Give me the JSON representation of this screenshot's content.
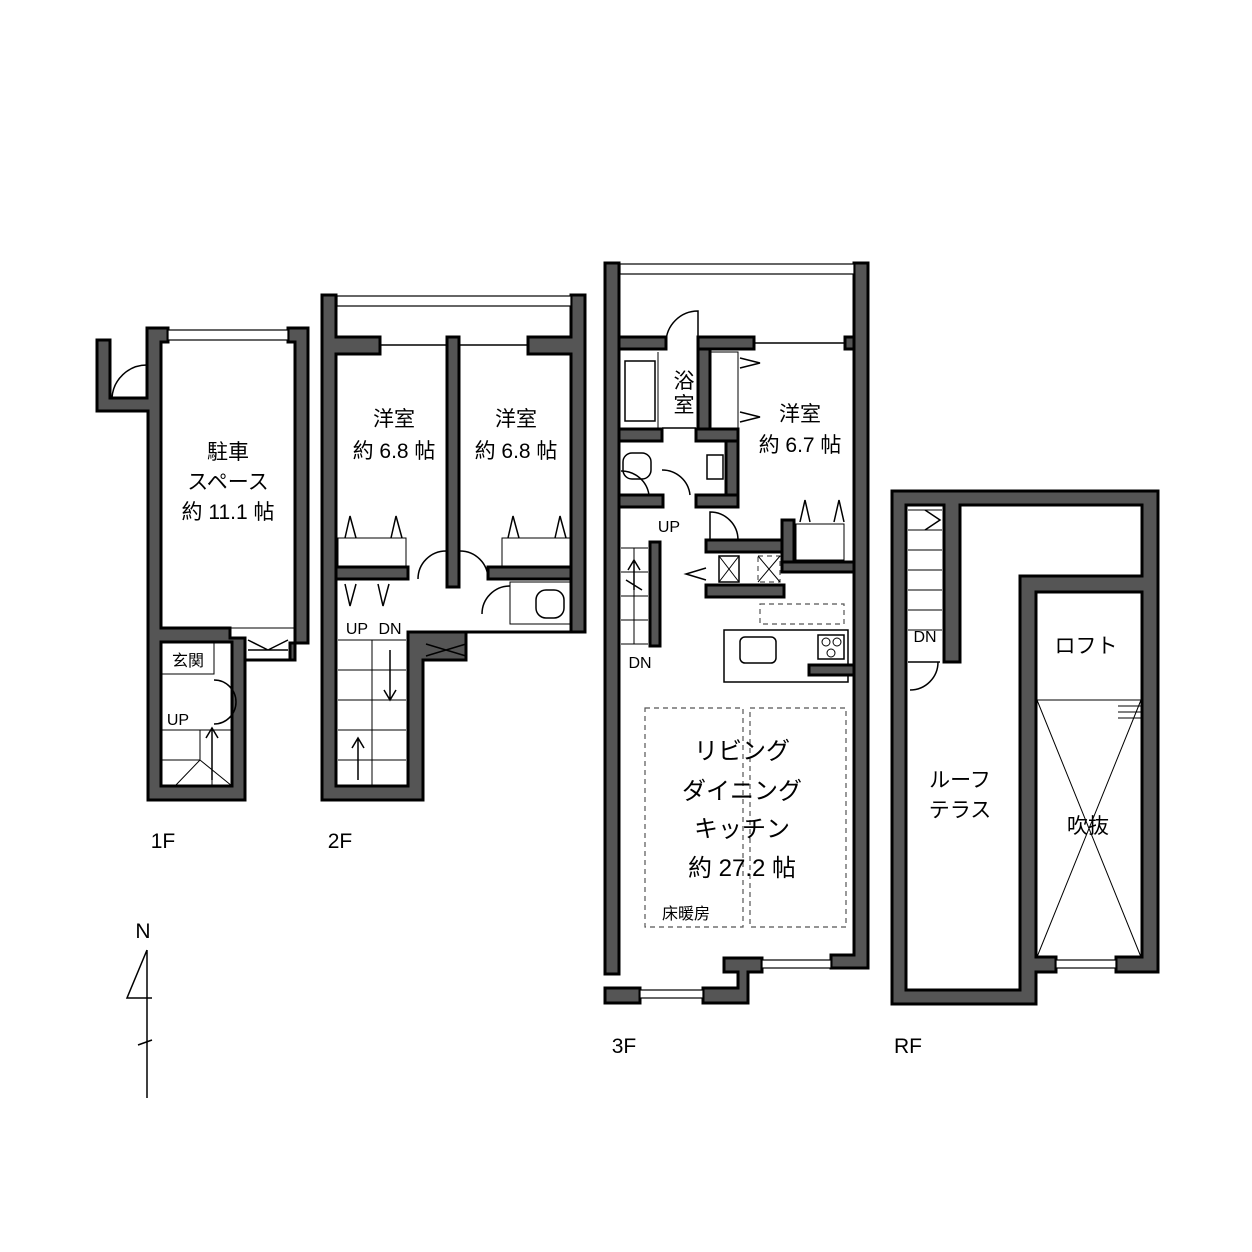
{
  "floors": {
    "f1": {
      "label": "1F",
      "parking_line1": "駐車",
      "parking_line2": "スペース",
      "parking_area": "約 11.1 帖",
      "entrance": "玄関",
      "stair_up": "UP"
    },
    "f2": {
      "label": "2F",
      "room1_name": "洋室",
      "room1_area": "約 6.8 帖",
      "room2_name": "洋室",
      "room2_area": "約 6.8 帖",
      "stair_up": "UP",
      "stair_dn": "DN"
    },
    "f3": {
      "label": "3F",
      "bath_line1": "浴",
      "bath_line2": "室",
      "room_name": "洋室",
      "room_area": "約 6.7 帖",
      "stair_up": "UP",
      "stair_dn": "DN",
      "ldk_line1": "リビング",
      "ldk_line2": "ダイニング",
      "ldk_line3": "キッチン",
      "ldk_area": "約 27.2 帖",
      "floor_heating": "床暖房"
    },
    "rf": {
      "label": "RF",
      "stair_dn": "DN",
      "loft": "ロフト",
      "roof_line1": "ルーフ",
      "roof_line2": "テラス",
      "void": "吹抜"
    }
  },
  "compass": {
    "north": "N"
  }
}
